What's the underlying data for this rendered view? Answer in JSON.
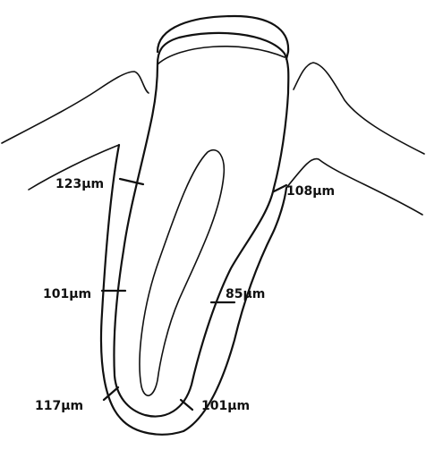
{
  "measurements": [
    {
      "id": "upper-left",
      "text": "123µm",
      "value_um": 123
    },
    {
      "id": "upper-right",
      "text": "108µm",
      "value_um": 108
    },
    {
      "id": "middle-left",
      "text": "101µm",
      "value_um": 101
    },
    {
      "id": "middle-right",
      "text": "85µm",
      "value_um": 85
    },
    {
      "id": "lower-left",
      "text": "117µm",
      "value_um": 117
    },
    {
      "id": "lower-right",
      "text": "101µm",
      "value_um": 101
    }
  ],
  "colors": {
    "line": "#111111",
    "background": "#ffffff"
  }
}
